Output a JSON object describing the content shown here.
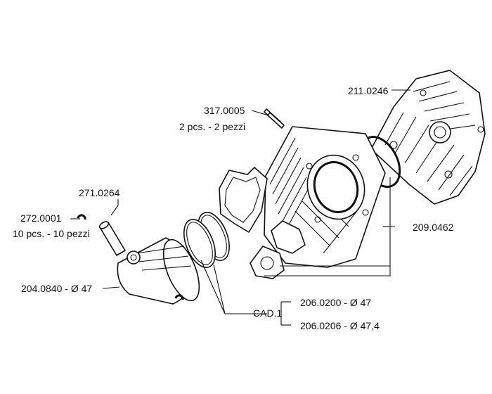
{
  "callouts": {
    "head": "211.0246",
    "stud_code": "317.0005",
    "stud_qty": "2 pcs. - 2 pezzi",
    "pin": "271.0264",
    "clip_code": "272.0001",
    "clip_qty": "10 pcs. - 10 pezzi",
    "gasket": "209.0462",
    "piston": "204.0840 - Ø 47",
    "rings_group": "CAD.1",
    "ring_a": "206.0200 - Ø 47",
    "ring_b": "206.0206 - Ø 47,4"
  }
}
